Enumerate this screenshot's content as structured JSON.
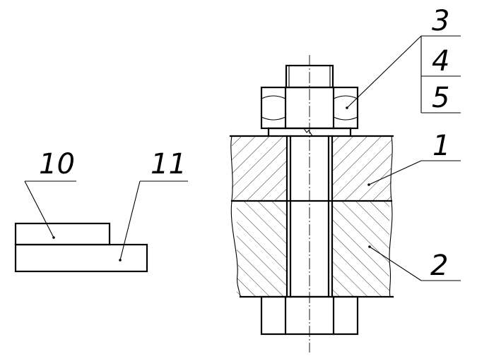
{
  "drawing": {
    "type": "technical-assembly-drawing",
    "labels": {
      "part_1": "1",
      "part_2": "2",
      "part_3": "3",
      "part_4": "4",
      "part_5": "5",
      "part_10": "10",
      "part_11": "11"
    },
    "color": "#000000"
  }
}
